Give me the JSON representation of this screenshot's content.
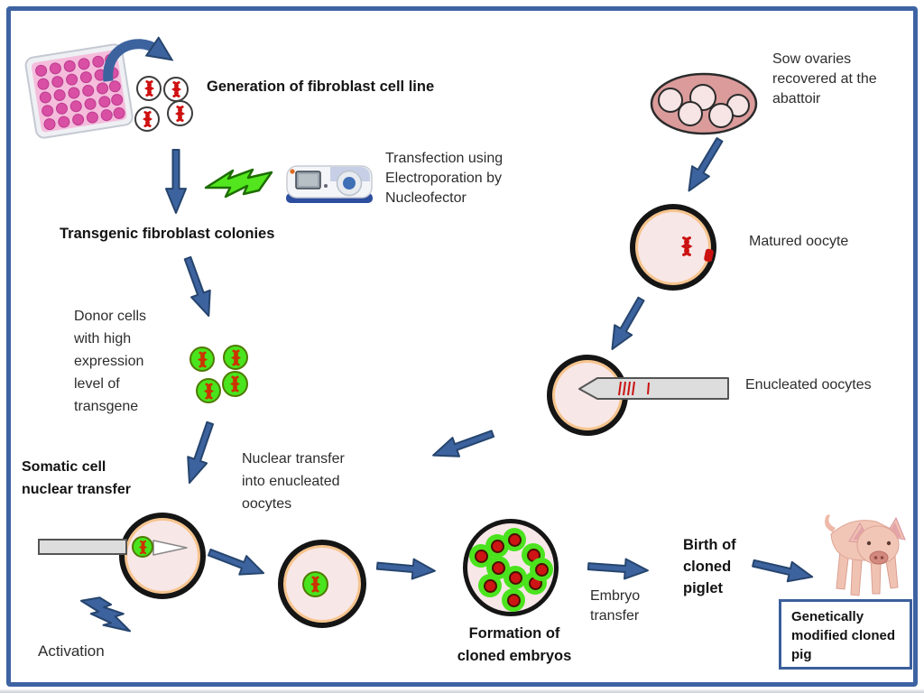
{
  "labels": {
    "generation": "Generation of fibroblast cell line",
    "transfection": "Transfection using\nElectroporation by\nNucleofector",
    "transgenic": "Transgenic fibroblast colonies",
    "donor": "Donor cells\nwith high\nexpression\nlevel of\ntransgene",
    "somatic": "Somatic cell\nnuclear transfer",
    "nuclear_transfer": "Nuclear transfer\ninto enucleated\noocytes",
    "activation": "Activation",
    "formation": "Formation of\ncloned embryos",
    "embryo_transfer": "Embryo\ntransfer",
    "birth": "Birth of\ncloned\npiglet",
    "gm_pig": "Genetically\nmodified cloned\npig",
    "sow_ovaries": "Sow ovaries\nrecovered at the\nabattoir",
    "matured_oocyte": "Matured oocyte",
    "enucleated_oocytes": "Enucleated oocytes"
  },
  "colors": {
    "frame_blue": "#3d63a3",
    "arrow_blue": "#3d639f",
    "arrow_outline": "#26456e",
    "cell_green": "#49e41d",
    "cell_green_outline": "#4f7a00",
    "dna_red": "#cc1111",
    "oocyte_ring_peach": "#f6c48e",
    "oocyte_fill_pink": "#f8e7e7",
    "oocyte_outline_black": "#151515",
    "ovary_pink": "#db9b9b",
    "follicle_pink": "#f7e4e4",
    "lightning_green": "#53e61e",
    "plate_well_pink": "#d94fa4",
    "pipette_gray": "#dddddd",
    "text_dark": "#2d2d2d"
  }
}
